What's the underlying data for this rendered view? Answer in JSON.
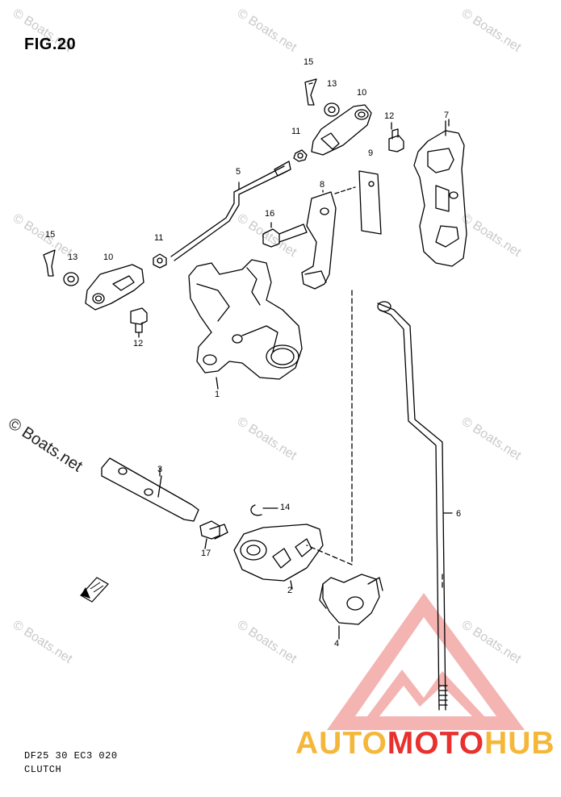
{
  "figure": {
    "title": "FIG.20"
  },
  "watermark": {
    "text": "© Boats.net"
  },
  "callouts": [
    "1",
    "2",
    "3",
    "4",
    "5",
    "6",
    "7",
    "8",
    "9",
    "10",
    "10",
    "11",
    "11",
    "12",
    "12",
    "13",
    "13",
    "14",
    "15",
    "15",
    "16",
    "17"
  ],
  "footer": {
    "code": "DF25 30 EC3  020",
    "section": "CLUTCH"
  },
  "brand": {
    "part1": "AUTO",
    "part2": "MOTO",
    "part3": "HUB",
    "colors": {
      "orange": "#f5b73a",
      "red": "#e8302e"
    }
  },
  "icons": {
    "fwd_arrow": "forward-arrow-icon"
  }
}
